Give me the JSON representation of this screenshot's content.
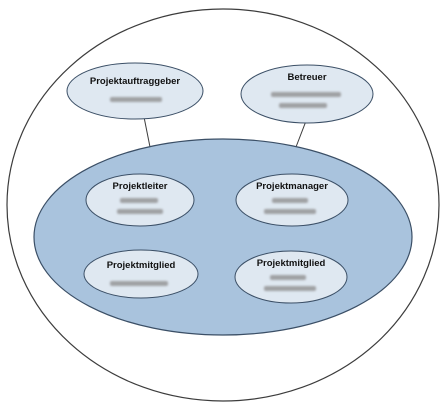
{
  "colors": {
    "background": "#ffffff",
    "outer_circle_fill": "#ffffff",
    "outer_circle_stroke": "#3c3c3c",
    "team_ellipse_fill": "#a9c3dd",
    "team_ellipse_stroke": "#3b4f66",
    "role_bubble_fill": "#dfe8f1",
    "role_bubble_stroke": "#3b4f66",
    "connector": "#3c3c3c",
    "redaction": "#8a8a8a"
  },
  "external_roles": [
    {
      "id": "sponsor",
      "title": "Projektauftraggeber",
      "redacted_lines": 1
    },
    {
      "id": "supervisor",
      "title": "Betreuer",
      "redacted_lines": 2
    }
  ],
  "team_roles": [
    {
      "id": "lead",
      "title": "Projektleiter",
      "redacted_lines": 2
    },
    {
      "id": "manager",
      "title": "Projektmanager",
      "redacted_lines": 2
    },
    {
      "id": "member-1",
      "title": "Projektmitglied",
      "redacted_lines": 1
    },
    {
      "id": "member-2",
      "title": "Projektmitglied",
      "redacted_lines": 2
    }
  ]
}
